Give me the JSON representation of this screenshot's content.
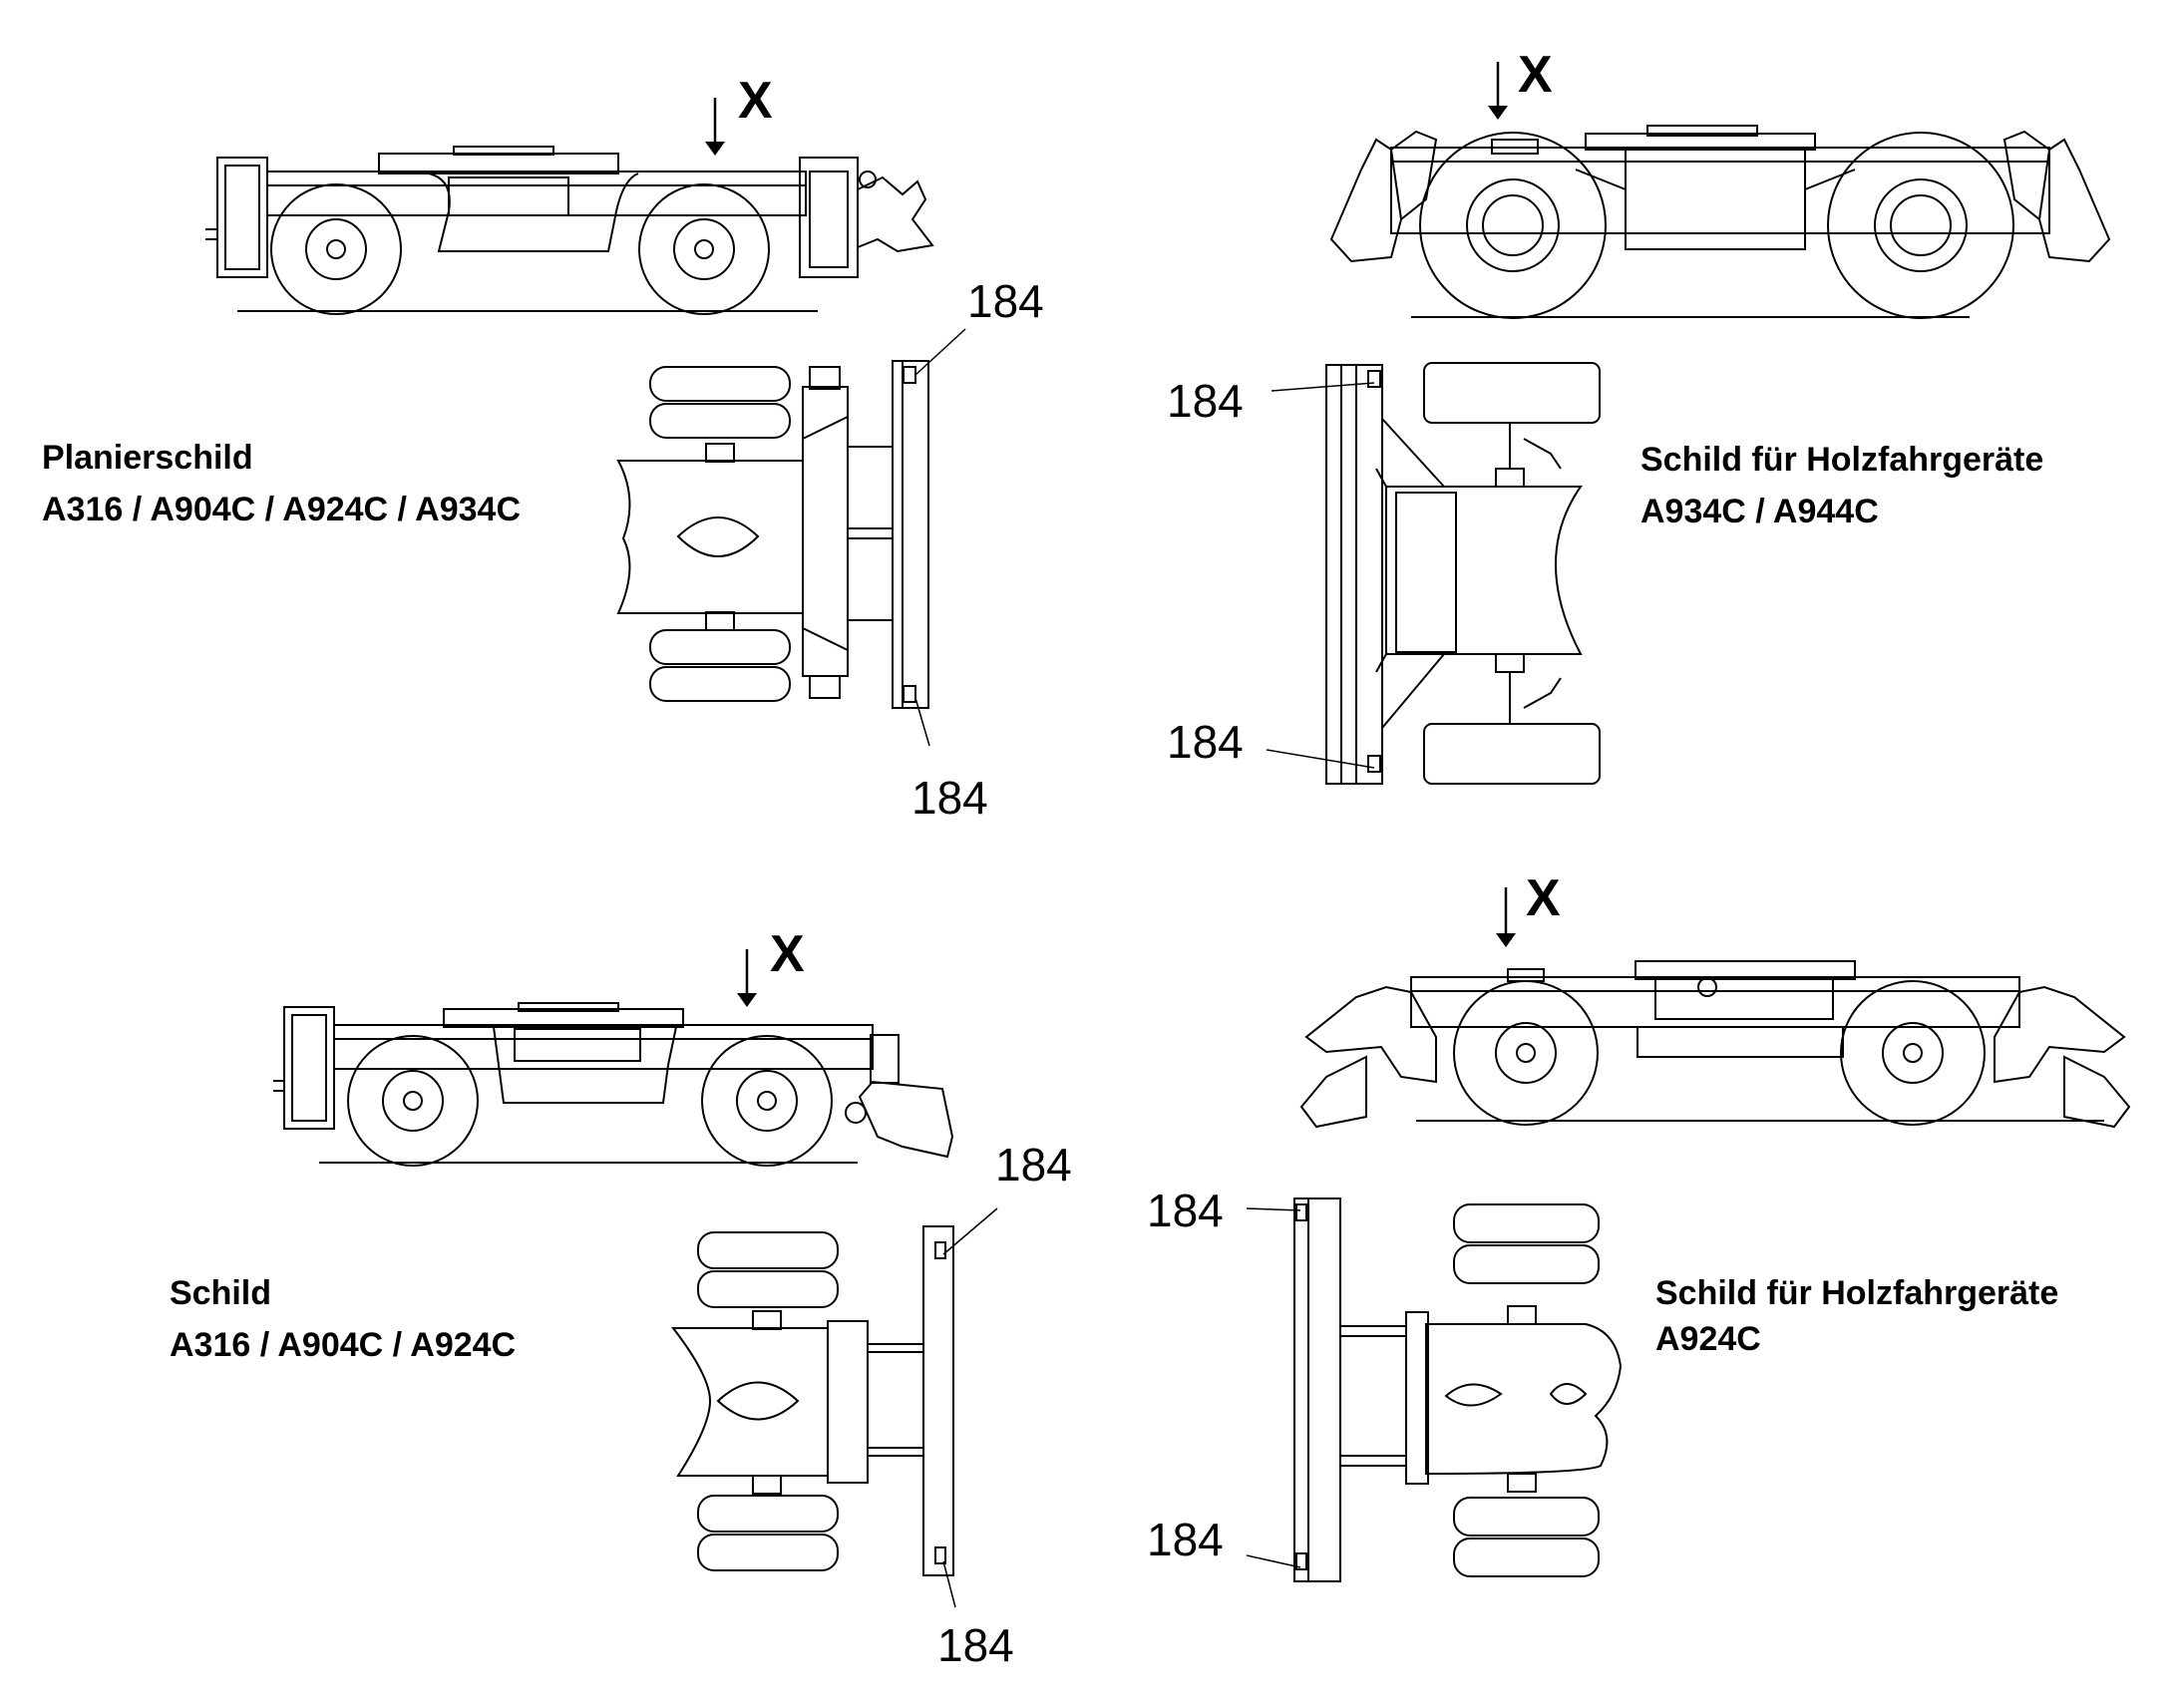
{
  "panels": [
    {
      "id": "planierschild",
      "title": "Planierschild",
      "models": "A316 / A904C / A924C / A934C",
      "marker": "X",
      "callout": "184"
    },
    {
      "id": "schild-holz-934",
      "title": "Schild für Holzfahrgeräte",
      "models": "A934C / A944C",
      "marker": "X",
      "callout": "184"
    },
    {
      "id": "schild",
      "title": "Schild",
      "models": "A316 / A904C / A924C",
      "marker": "X",
      "callout": "184"
    },
    {
      "id": "schild-holz-924",
      "title": "Schild für Holzfahrgeräte",
      "models": "A924C",
      "marker": "X",
      "callout": "184"
    }
  ],
  "colors": {
    "line": "#000000",
    "background": "#ffffff"
  }
}
